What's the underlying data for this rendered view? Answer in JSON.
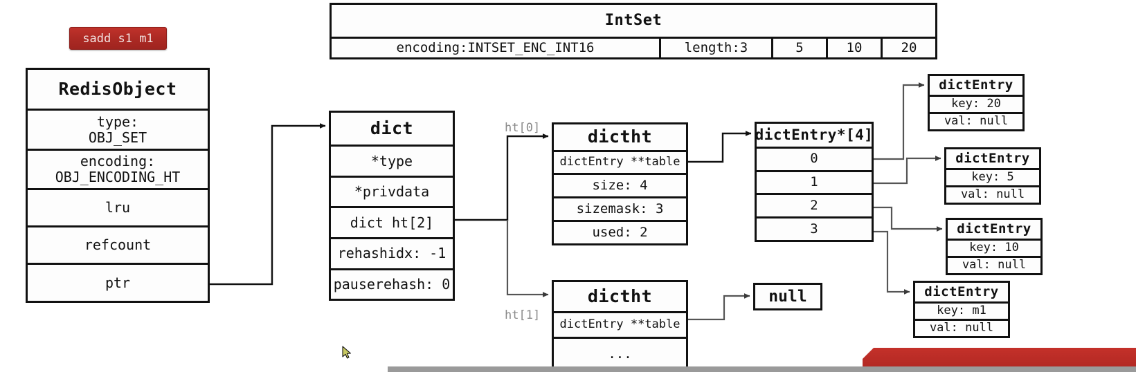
{
  "command_chip": {
    "label": "sadd s1 m1",
    "bg_color": "#ad2a24",
    "text_color": "#f3e4e2"
  },
  "intset": {
    "title": "IntSet",
    "encoding": "encoding:INTSET_ENC_INT16",
    "length": "length:3",
    "values": [
      "5",
      "10",
      "20"
    ]
  },
  "redis_object": {
    "title": "RedisObject",
    "rows": [
      {
        "label": "type:",
        "value": "OBJ_SET"
      },
      {
        "label": "encoding:",
        "value": "OBJ_ENCODING_HT"
      },
      {
        "label": "lru",
        "value": ""
      },
      {
        "label": "refcount",
        "value": ""
      },
      {
        "label": "ptr",
        "value": ""
      }
    ]
  },
  "dict": {
    "title": "dict",
    "rows": [
      "*type",
      "*privdata",
      "dict ht[2]",
      "rehashidx: -1",
      "pauserehash: 0"
    ]
  },
  "ht_labels": {
    "ht0": "ht[0]",
    "ht1": "ht[1]"
  },
  "dictht0": {
    "title": "dictht",
    "table_row": "dictEntry **table",
    "size": "size: 4",
    "sizemask": "sizemask: 3",
    "used": "used: 2"
  },
  "dictht1": {
    "title": "dictht",
    "table_row": "dictEntry **table",
    "ellipsis": "..."
  },
  "null_box": {
    "label": "null"
  },
  "dict_entry_array": {
    "title": "dictEntry*[4]",
    "slots": [
      "0",
      "1",
      "2",
      "3"
    ]
  },
  "dict_entries": [
    {
      "title": "dictEntry",
      "key": "key: 20",
      "val": "val: null"
    },
    {
      "title": "dictEntry",
      "key": "key: 5",
      "val": "val: null"
    },
    {
      "title": "dictEntry",
      "key": "key: 10",
      "val": "val: null"
    },
    {
      "title": "dictEntry",
      "key": "key: m1",
      "val": "val: null"
    }
  ],
  "bottom_banner": {
    "text": "",
    "bg_color": "#ae2621"
  }
}
